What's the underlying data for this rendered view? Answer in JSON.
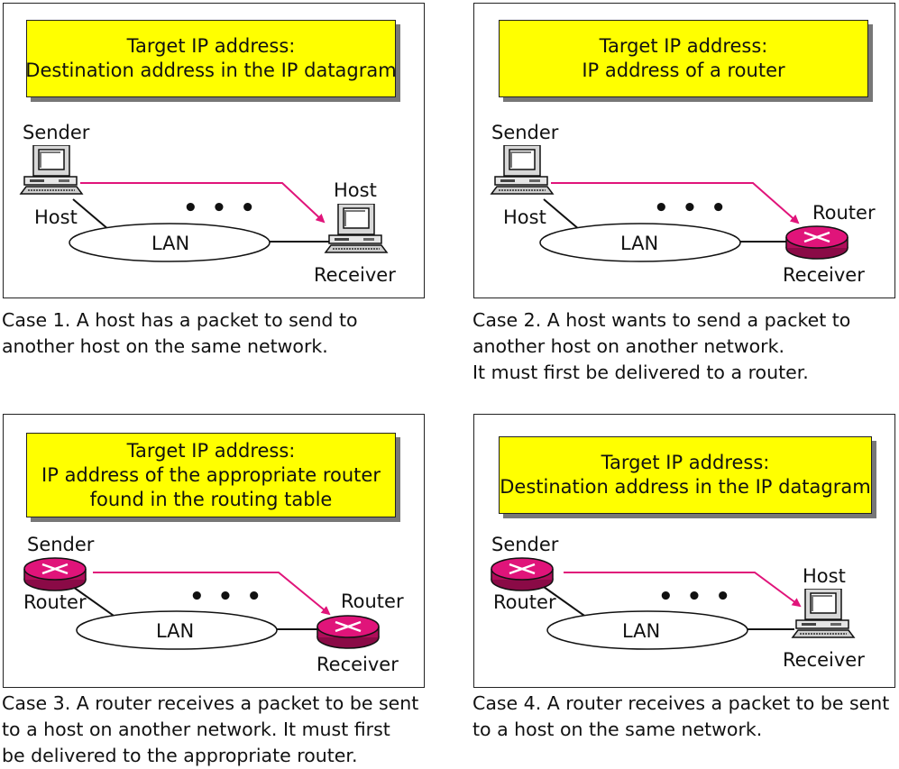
{
  "colors": {
    "target_box": "#ffff00",
    "arrow": "#e0147a",
    "router": "#e0147a"
  },
  "icons": [
    "computer-icon",
    "router-icon"
  ],
  "cases": [
    {
      "target": [
        "Target IP address:",
        "Destination address in the IP datagram"
      ],
      "sender_label": "Sender",
      "sender_role": "Host",
      "receiver_role": "Host",
      "receiver_label": "Receiver",
      "lan": "LAN",
      "ellipsis": "• • •",
      "caption": [
        "Case 1. A host has a packet to send to",
        "another host on the same network."
      ]
    },
    {
      "target": [
        "Target IP address:",
        "IP address of a router"
      ],
      "sender_label": "Sender",
      "sender_role": "Host",
      "receiver_role": "Router",
      "receiver_label": "Receiver",
      "lan": "LAN",
      "ellipsis": "• • •",
      "caption": [
        "Case 2. A host wants to send a packet to",
        "another host on another network.",
        "It must first be delivered to a router."
      ]
    },
    {
      "target": [
        "Target IP address:",
        "IP address of the appropriate router",
        "found in the routing table"
      ],
      "sender_label": "Sender",
      "sender_role": "Router",
      "receiver_role": "Router",
      "receiver_label": "Receiver",
      "lan": "LAN",
      "ellipsis": "• • •",
      "caption": [
        "Case 3. A router receives a packet to be sent",
        "to a host on another network. It must first",
        "be delivered to the appropriate router."
      ]
    },
    {
      "target": [
        "Target IP address:",
        "Destination address in the IP datagram"
      ],
      "sender_label": "Sender",
      "sender_role": "Router",
      "receiver_role": "Host",
      "receiver_label": "Receiver",
      "lan": "LAN",
      "ellipsis": "• • •",
      "caption": [
        "Case 4. A router receives a packet to be sent",
        "to a host on the same network."
      ]
    }
  ]
}
